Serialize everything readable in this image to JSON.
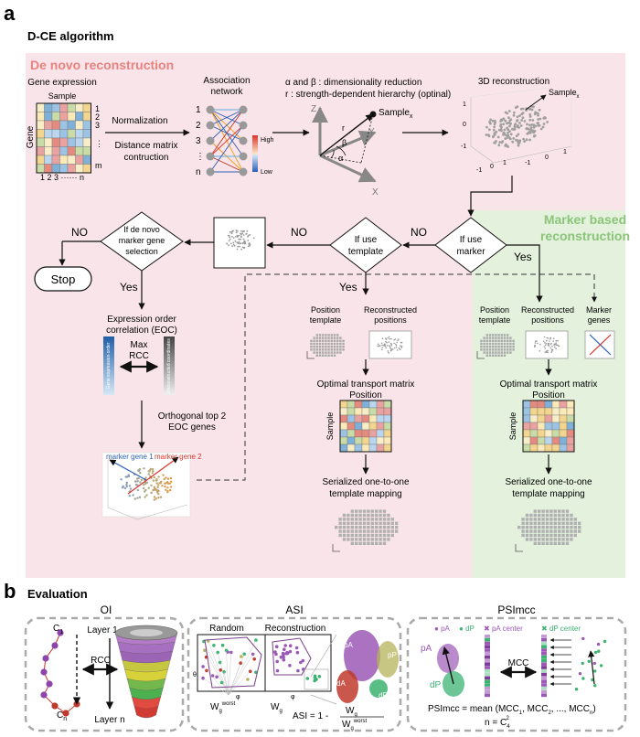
{
  "panel_a": {
    "letter": "a",
    "title": "D-CE algorithm",
    "de_novo_title": "De novo reconstruction",
    "marker_title_1": "Marker based",
    "marker_title_2": "reconstruction",
    "gene_expression": "Gene expression",
    "sample": "Sample",
    "gene": "Gene",
    "row_labels": [
      "1",
      "2",
      "3",
      "⋮",
      "m"
    ],
    "col_labels": "1 2 3 ······ n",
    "normalization": "Normalization",
    "distance_1": "Distance matrix",
    "distance_2": "contruction",
    "association_1": "Association",
    "association_2": "network",
    "node_labels": [
      "1",
      "2",
      "3",
      "⋮",
      "n"
    ],
    "high": "High",
    "low": "Low",
    "alpha_beta": "α and β : dimensionality reduction",
    "r_text": "r : strength-dependent hierarchy (optinal)",
    "axis_z": "Z",
    "axis_y": "Y",
    "axis_x": "X",
    "r": "r",
    "alpha": "α",
    "beta": "β",
    "sample_x": "Sample",
    "sub_x": "x",
    "recon_3d": "3D reconstruction",
    "recon_ticks": [
      "1",
      "0",
      "-1",
      "-1",
      "0",
      "1",
      "-1",
      "0",
      "1"
    ],
    "if_use_marker_1": "If use",
    "if_use_marker_2": "marker",
    "if_use_template_1": "If use",
    "if_use_template_2": "template",
    "if_de_novo_1": "If de novo",
    "if_de_novo_2": "marker gene",
    "if_de_novo_3": "selection",
    "no": "NO",
    "yes": "Yes",
    "stop": "Stop",
    "eoc_1": "Expression order",
    "eoc_2": "correlation (EOC)",
    "max_rcc_1": "Max",
    "max_rcc_2": "RCC",
    "gene_expression_order": "Gene expression order",
    "reconstructed_coordinates": "Reconstructed coordinates",
    "orthogonal_1": "Orthogonal top 2",
    "orthogonal_2": "EOC genes",
    "marker_gene_1": "marker gene 1",
    "marker_gene_2": "marker gene 2",
    "position_template_1": "Position",
    "position_template_2": "template",
    "reconstructed_positions_1": "Reconstructed",
    "reconstructed_positions_2": "positions",
    "marker_genes_1": "Marker",
    "marker_genes_2": "genes",
    "optimal_transport": "Optimal transport matrix",
    "position": "Position",
    "serialized_1": "Serialized one-to-one",
    "serialized_2": "template mapping"
  },
  "panel_b": {
    "letter": "b",
    "title": "Evaluation",
    "oi": "OI",
    "asi": "ASI",
    "psimcc": "PSImcc",
    "layer_1": "Layer 1",
    "layer_n": "Layer n",
    "rcc": "RCC",
    "c": "C",
    "sub_1": "1",
    "sub_n": "n",
    "random": "Random",
    "reconstruction": "Reconstruction",
    "theta": "θ",
    "phi": "φ",
    "w": "W",
    "sub_g": "g",
    "sup_worst": "worst",
    "asi_formula": "ASI = 1 -",
    "pa": "pA",
    "pp": "pP",
    "da": "dA",
    "dp": "dP",
    "legend_pa": "pA",
    "legend_dp": "dP",
    "legend_pa_center": "pA center",
    "legend_dp_center": "dP center",
    "mcc": "MCC",
    "psimcc_formula": "PSImcc = mean (MCC",
    "psimcc_mid": ", MCC",
    "psimcc_dots": ", ..., MCC",
    "psimcc_end": ")",
    "n_equals": "n = C",
    "sub_4": "4",
    "sup_2": "2",
    "sub_2": "2"
  },
  "colors": {
    "de_novo_bg": "#f9e5e9",
    "marker_bg": "#e3f1dd",
    "de_novo_title": "#e8827f",
    "marker_title": "#8cc47a",
    "pa_purple": "#9b59b6",
    "dp_green": "#3cb371",
    "marker_blue": "#2b5fb5",
    "marker_red": "#d9352b"
  }
}
